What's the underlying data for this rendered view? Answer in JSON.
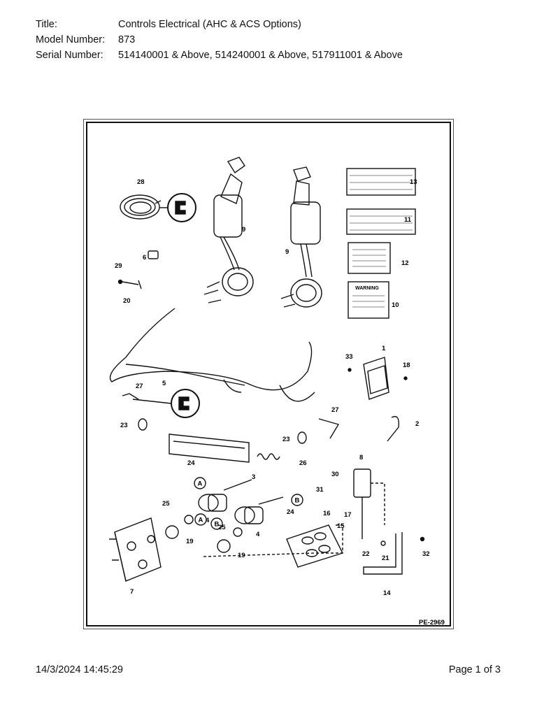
{
  "header": {
    "title_label": "Title:",
    "title_value": "Controls Electrical (AHC & ACS Options)",
    "model_label": "Model Number:",
    "model_value": "873",
    "serial_label": "Serial Number:",
    "serial_value": "514140001 & Above, 514240001 & Above, 517911001 & Above"
  },
  "diagram": {
    "drawing_code": "PE-2969",
    "callouts": [
      "1",
      "2",
      "3",
      "4",
      "4",
      "5",
      "6",
      "7",
      "8",
      "9",
      "9",
      "10",
      "11",
      "12",
      "13",
      "14",
      "15",
      "16",
      "17",
      "18",
      "19",
      "19",
      "20",
      "21",
      "22",
      "23",
      "23",
      "24",
      "24",
      "25",
      "25",
      "26",
      "27",
      "27",
      "28",
      "29",
      "30",
      "31",
      "32",
      "33"
    ],
    "connector_letters": [
      "A",
      "B",
      "A",
      "B"
    ],
    "decal_heading": "WARNING"
  },
  "footer": {
    "timestamp": "14/3/2024 14:45:29",
    "page": "Page 1 of 3"
  }
}
